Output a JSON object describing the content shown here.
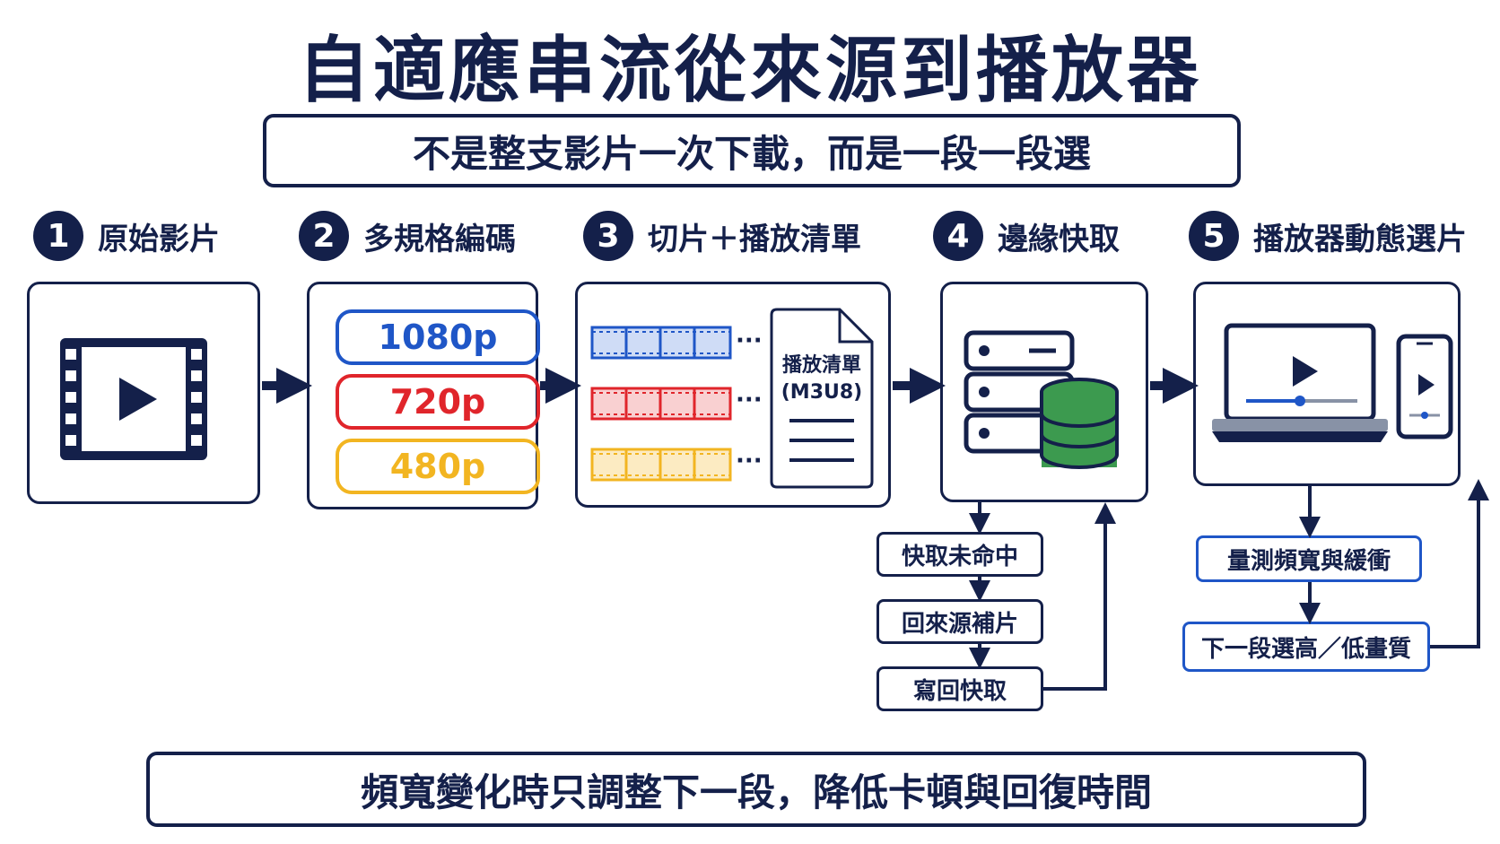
{
  "title": "自適應串流從來源到播放器",
  "subtitle": "不是整支影片一次下載，而是一段一段選",
  "footer": "頻寬變化時只調整下一段，降低卡頓與回復時間",
  "steps": [
    {
      "number": "1",
      "label": "原始影片",
      "icon": "film-play-icon"
    },
    {
      "number": "2",
      "label": "多規格編碼",
      "resolutions": [
        "1080p",
        "720p",
        "480p"
      ]
    },
    {
      "number": "3",
      "label": "切片＋播放清單",
      "playlist_label": "播放清單",
      "playlist_format": "(M3U8)",
      "ellipsis": "···"
    },
    {
      "number": "4",
      "label": "邊緣快取",
      "icon": "server-database-icon"
    },
    {
      "number": "5",
      "label": "播放器動態選片",
      "icon": "laptop-phone-icon"
    }
  ],
  "cache_flow": [
    "快取未命中",
    "回來源補片",
    "寫回快取"
  ],
  "player_flow": [
    "量測頻寬與緩衝",
    "下一段選高／低畫質"
  ],
  "colors": {
    "navy": "#14204a",
    "blue": "#1f56c7",
    "red": "#e0252b",
    "yellow": "#f2b521",
    "green": "#3c9a4f"
  }
}
